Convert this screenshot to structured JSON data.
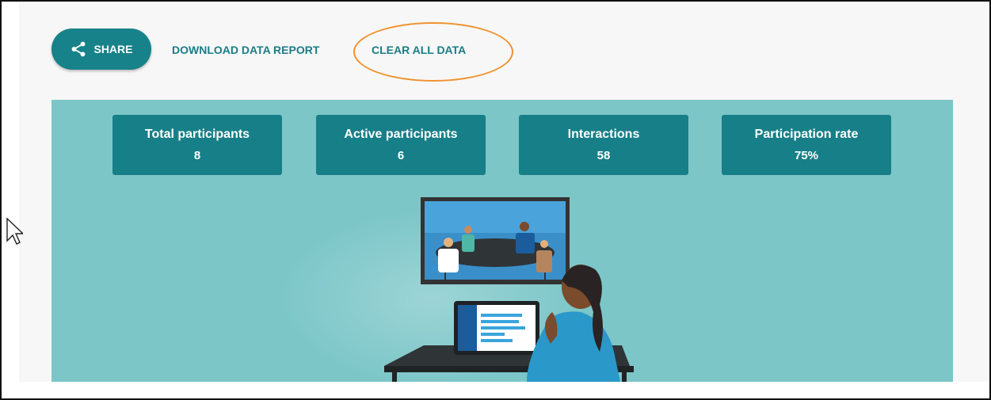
{
  "toolbar": {
    "share_label": "SHARE",
    "download_label": "DOWNLOAD DATA REPORT",
    "clear_label": "CLEAR ALL DATA"
  },
  "stats": [
    {
      "label": "Total participants",
      "value": "8"
    },
    {
      "label": "Active participants",
      "value": "6"
    },
    {
      "label": "Interactions",
      "value": "58"
    },
    {
      "label": "Participation rate",
      "value": "75%"
    }
  ],
  "icons": {
    "share": "share-icon",
    "cursor": "mouse-pointer-icon"
  },
  "colors": {
    "accent": "#18828a",
    "link": "#1a7d86",
    "card": "#177f88",
    "hero_bg": "#7cc6c8",
    "highlight": "#f0922e"
  }
}
